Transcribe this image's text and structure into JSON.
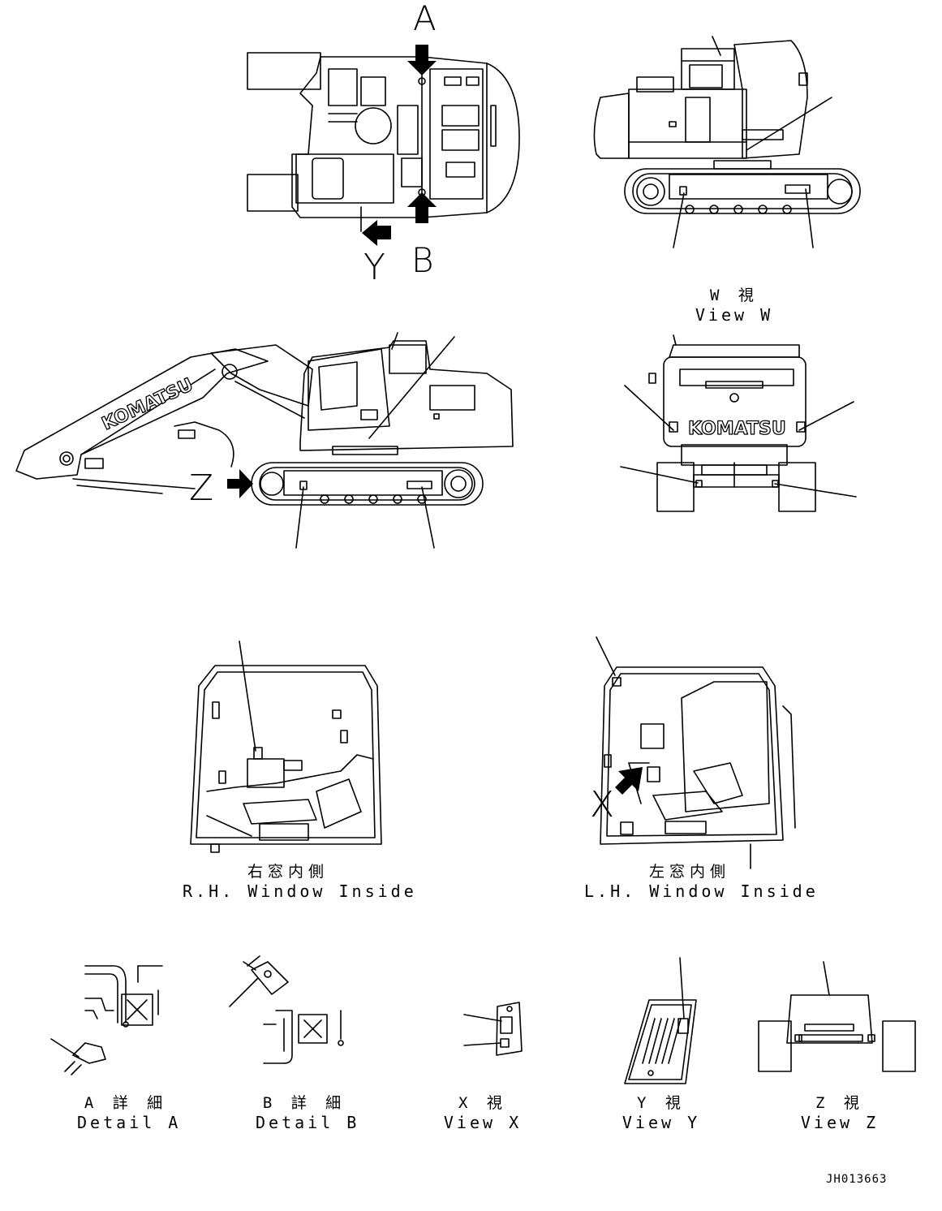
{
  "letters": {
    "A": "A",
    "B": "B",
    "Y": "Y",
    "Z": "Z",
    "X": "X"
  },
  "machine_text": {
    "brand": "KOMATSU"
  },
  "views": {
    "w": {
      "jp": "W 視",
      "en": "View W"
    },
    "rh": {
      "jp": "右窓内側",
      "en": "R.H. Window Inside"
    },
    "lh": {
      "jp": "左窓内側",
      "en": "L.H. Window Inside"
    },
    "da": {
      "jp": "A 詳 細",
      "en": "Detail A"
    },
    "db": {
      "jp": "B 詳 細",
      "en": "Detail B"
    },
    "vx": {
      "jp": "X 視",
      "en": "View X"
    },
    "vy": {
      "jp": "Y 視",
      "en": "View Y"
    },
    "vz": {
      "jp": "Z 視",
      "en": "View Z"
    }
  },
  "drawing_code": "JH013663"
}
